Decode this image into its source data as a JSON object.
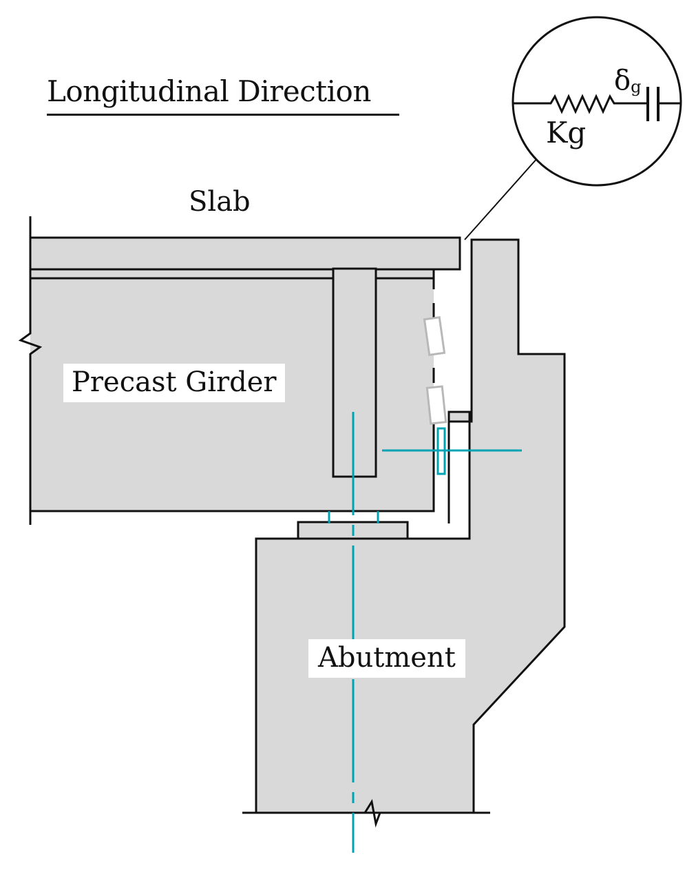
{
  "title": "Longitudinal Direction",
  "labels": {
    "slab": "Slab",
    "girder": "Precast Girder",
    "abutment": "Abutment",
    "spring": "Kg",
    "gap_symbol": "δ",
    "gap_subscript": "g"
  },
  "colors": {
    "concrete_fill": "#d9d9d9",
    "outline": "#111111",
    "centerline": "#00a3b4",
    "bearing_ghost": "#b8b8b8"
  }
}
